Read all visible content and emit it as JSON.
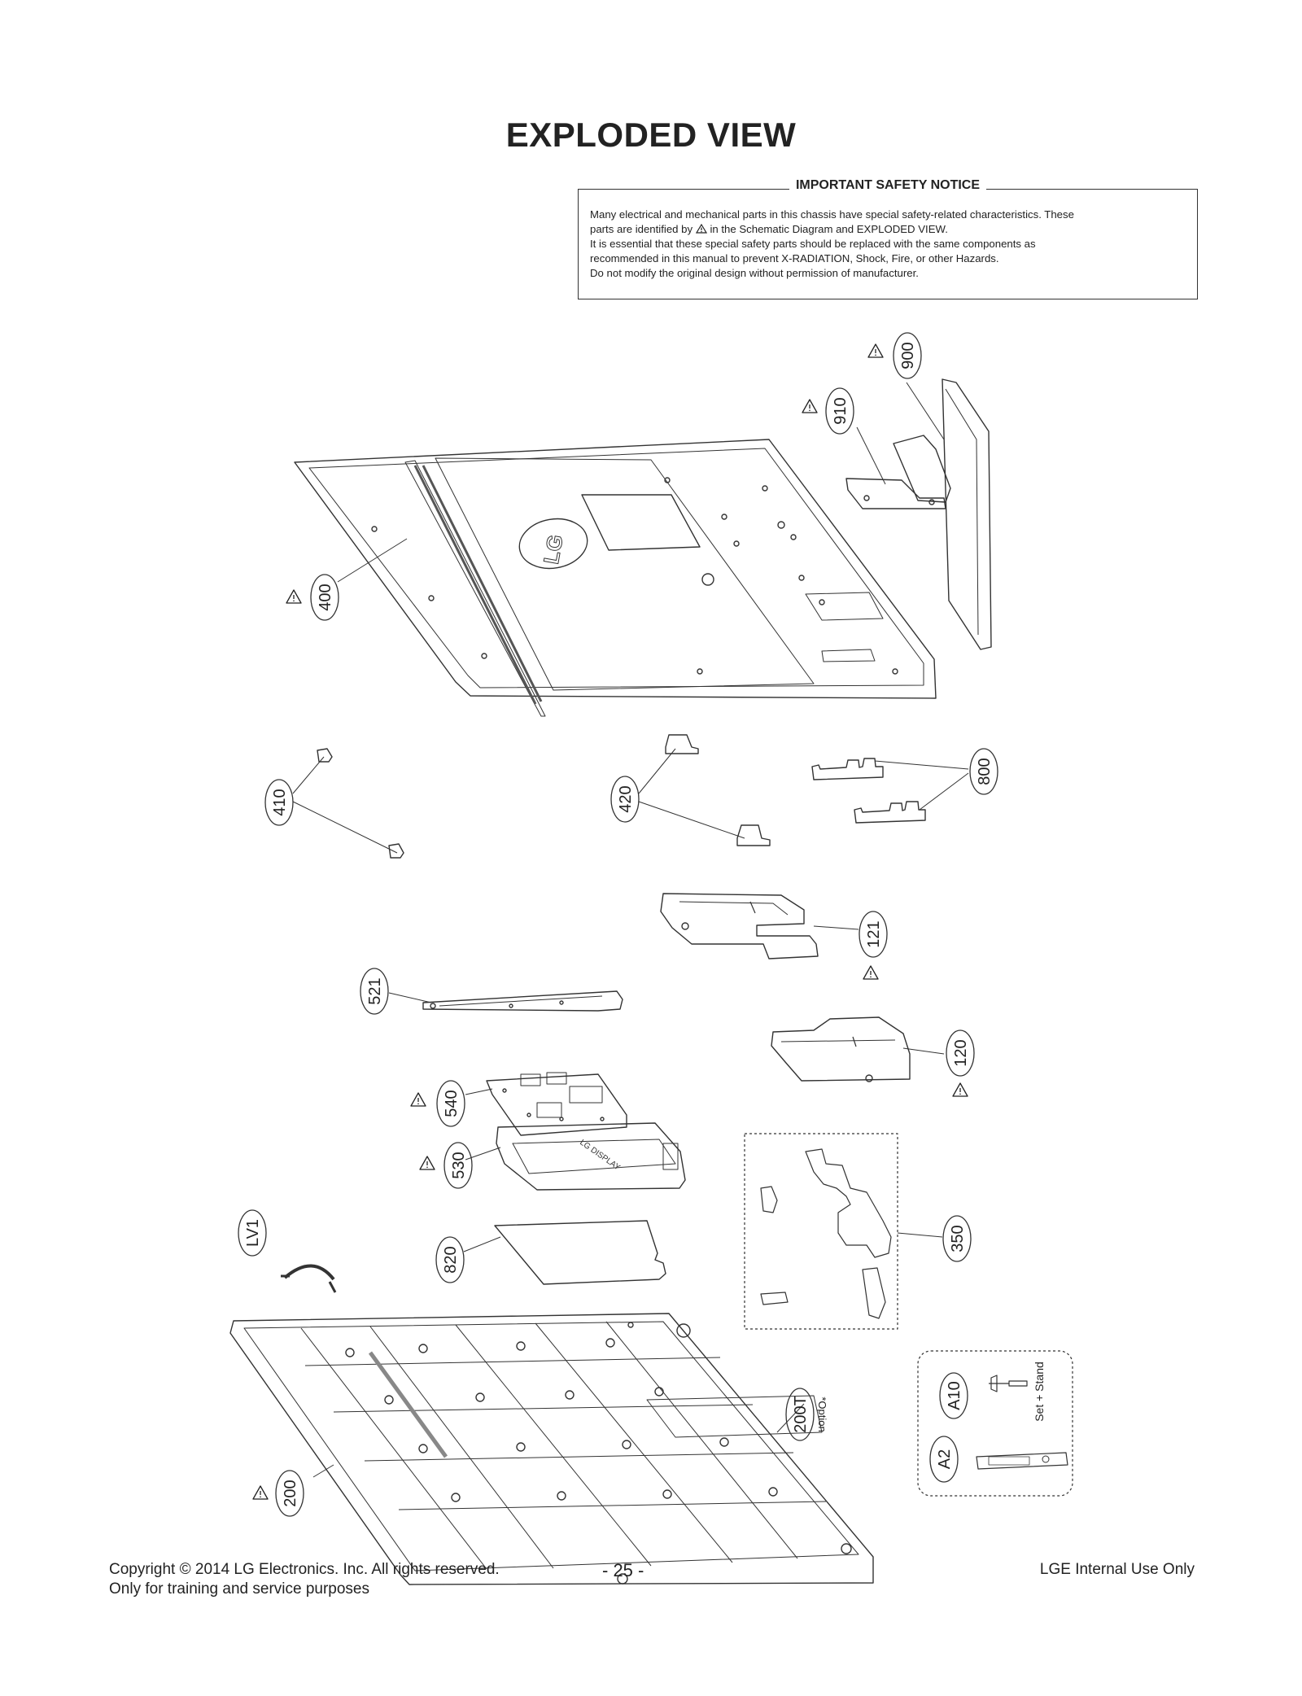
{
  "page": {
    "title": "EXPLODED VIEW"
  },
  "notice": {
    "title": "IMPORTANT SAFETY NOTICE",
    "line1": "Many electrical and mechanical parts in this chassis have special safety-related characteristics. These",
    "line2_before": "parts are identified by",
    "line2_after": "in the Schematic Diagram and EXPLODED VIEW.",
    "line3": "It is essential that these special safety parts should be replaced with the same components as",
    "line4": "recommended in this manual to prevent X-RADIATION, Shock, Fire, or other Hazards.",
    "line5": "Do not modify the original design without permission of manufacturer."
  },
  "callouts": {
    "c900": "900",
    "c910": "910",
    "c400": "400",
    "c410": "410",
    "c420": "420",
    "c800": "800",
    "c121": "121",
    "c521": "521",
    "c120": "120",
    "c540": "540",
    "c530": "530",
    "c350": "350",
    "cLV1": "LV1",
    "c820": "820",
    "c200T": "200T",
    "c200T_note": "*Option",
    "cA10": "A10",
    "cA10_note": "Set + Stand",
    "cA2": "A2",
    "c200": "200"
  },
  "footer": {
    "copyright": "Copyright © 2014 LG Electronics. Inc. All rights reserved.",
    "training": "Only for training and service purposes",
    "page_number": "- 25 -",
    "internal": "LGE Internal Use Only"
  },
  "colors": {
    "line": "#333333",
    "text": "#222222"
  }
}
